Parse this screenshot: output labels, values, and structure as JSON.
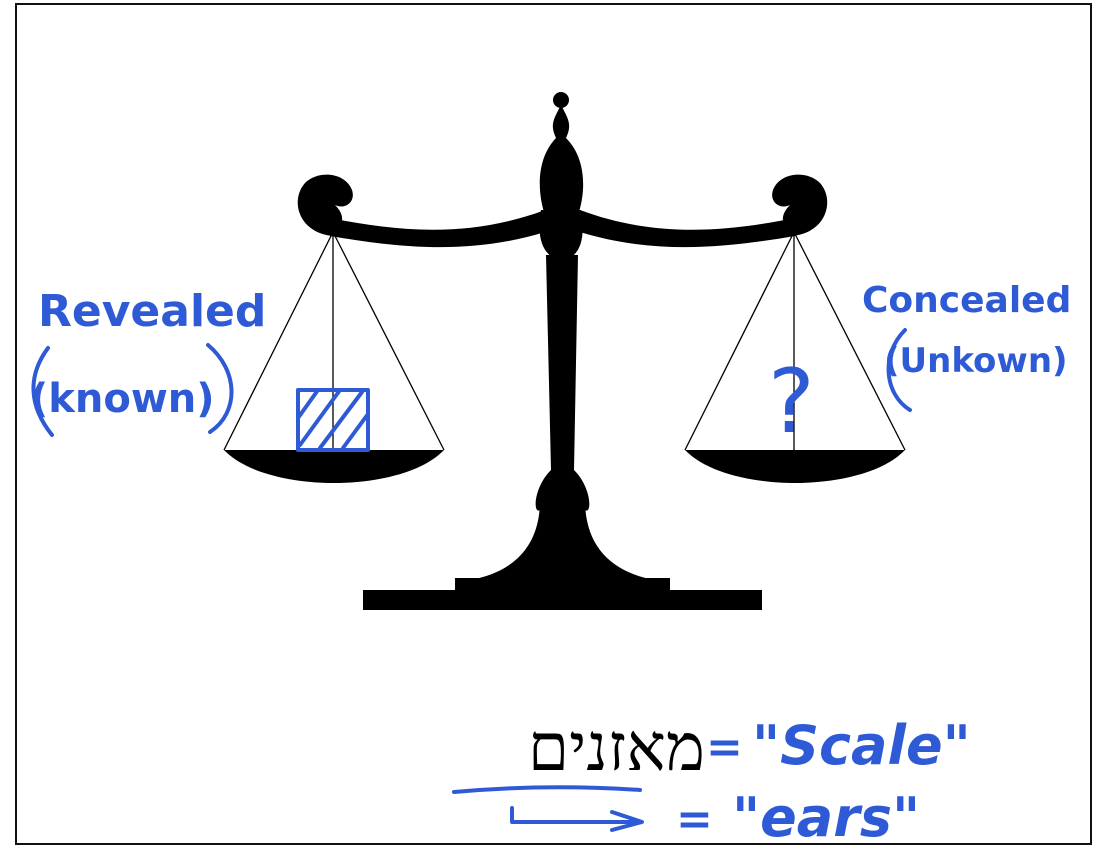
{
  "colors": {
    "ink": "#2e5ad6",
    "scale": "#000000",
    "frame": "#111111",
    "background": "#ffffff"
  },
  "icons": {
    "scale": "balance-scale-icon",
    "revealed_weight": "hatched-square-icon",
    "unknown_weight": "question-mark-icon"
  },
  "annotations": {
    "left_title": "Revealed",
    "left_subtitle": "(known)",
    "right_title": "Concealed",
    "right_subtitle": "(Unkown)",
    "question_mark": "?"
  },
  "footer": {
    "hebrew_word": "מאזנים",
    "equals_1": "=",
    "meaning_1": "\"Scale\"",
    "equals_2": "=",
    "meaning_2": "\"ears\""
  }
}
